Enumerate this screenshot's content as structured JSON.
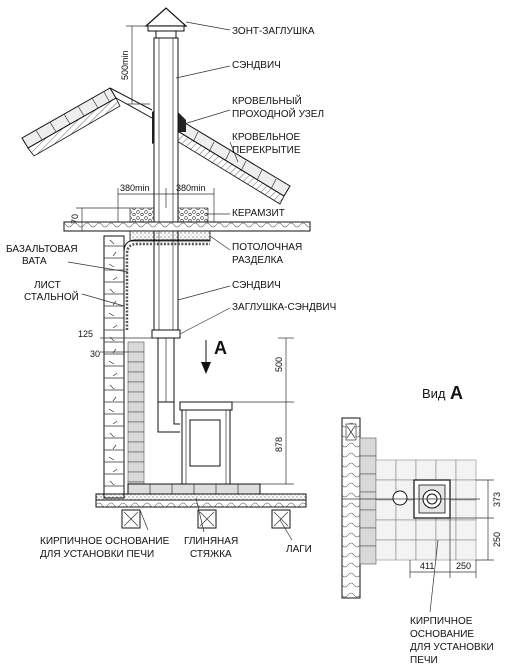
{
  "labels": {
    "umbrella_cap": "ЗОНТ-ЗАГЛУШКА",
    "sandwich_top": "СЭНДВИЧ",
    "roof_node_1": "КРОВЕЛЬНЫЙ",
    "roof_node_2": "ПРОХОДНОЙ УЗЕЛ",
    "roof_slab_1": "КРОВЕЛЬНОЕ",
    "roof_slab_2": "ПЕРЕКРЫТИЕ",
    "keramzit": "КЕРАМЗИТ",
    "ceiling_cut_1": "ПОТОЛОЧНАЯ",
    "ceiling_cut_2": "РАЗДЕЛКА",
    "basalt_1": "БАЗАЛЬТОВАЯ",
    "basalt_2": "ВАТА",
    "steel_sheet_1": "ЛИСТ",
    "steel_sheet_2": "СТАЛЬНОЙ",
    "sandwich_mid": "СЭНДВИЧ",
    "plug_sandwich": "ЗАГЛУШКА-СЭНДВИЧ",
    "brick_base_1": "КИРПИЧНОЕ ОСНОВАНИЕ",
    "brick_base_2": "ДЛЯ УСТАНОВКИ ПЕЧИ",
    "clay_screed_1": "ГЛИНЯНАЯ",
    "clay_screed_2": "СТЯЖКА",
    "joists": "ЛАГИ",
    "view_word": "Вид",
    "view_letter": "A",
    "view_arrow_letter": "A",
    "base2_1": "КИРПИЧНОЕ",
    "base2_2": "ОСНОВАНИЕ",
    "base2_3": "ДЛЯ УСТАНОВКИ",
    "base2_4": "ПЕЧИ"
  },
  "dimensions": {
    "d500min": "500min",
    "d380min_left": "380min",
    "d380min_right": "380min",
    "d70": "70",
    "d125": "125",
    "d30": "30",
    "d500": "500",
    "d878": "878",
    "d373": "373",
    "d250_v": "250",
    "d411": "411",
    "d250_h": "250"
  }
}
